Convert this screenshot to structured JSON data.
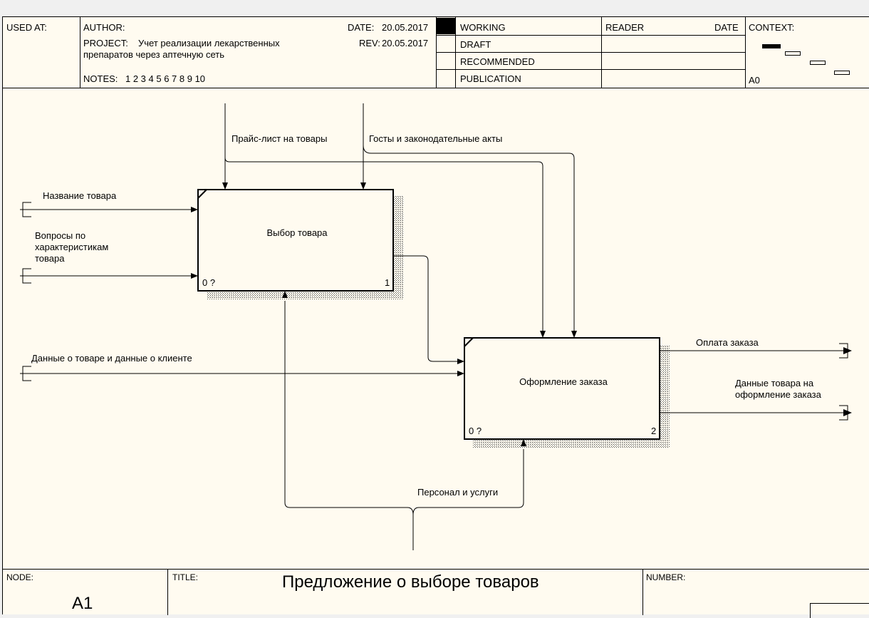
{
  "header": {
    "used_at_label": "USED AT:",
    "author_label": "AUTHOR:",
    "project_label": "PROJECT:",
    "project_line1": "Учет реализации лекарственных",
    "project_line2": "препаратов через аптечную сеть",
    "date_label": "DATE:",
    "date_value": "20.05.2017",
    "rev_label": "REV:",
    "rev_value": "20.05.2017",
    "notes_label": "NOTES:",
    "notes_values": "1  2  3  4  5  6  7  8  9  10",
    "status": [
      "WORKING",
      "DRAFT",
      "RECOMMENDED",
      "PUBLICATION"
    ],
    "reader_label": "READER",
    "reader_date_label": "DATE",
    "context_label": "CONTEXT:",
    "context_node": "A0"
  },
  "footer": {
    "node_label": "NODE:",
    "node_value": "A1",
    "title_label": "TITLE:",
    "title_value": "Предложение о выборе товаров",
    "number_label": "NUMBER:"
  },
  "diagram": {
    "boxes": [
      {
        "name": "Выбор товара",
        "cost": "0 ?",
        "number": "1"
      },
      {
        "name": "Оформление заказа",
        "cost": "0 ?",
        "number": "2"
      }
    ],
    "arrows": {
      "price_list": "Прайс-лист на товары",
      "gosts": "Госты и законодательные акты",
      "product_name": "Название товара",
      "questions": "Вопросы по\nхарактеристикам\nтовара",
      "product_client_data": "Данные о товаре и данные о клиенте",
      "payment": "Оплата заказа",
      "order_data": "Данные товара на\nоформление заказа",
      "staff": "Персонал и услуги"
    }
  },
  "colors": {
    "sheet_background": "#fffbf0",
    "line": "#000000"
  }
}
